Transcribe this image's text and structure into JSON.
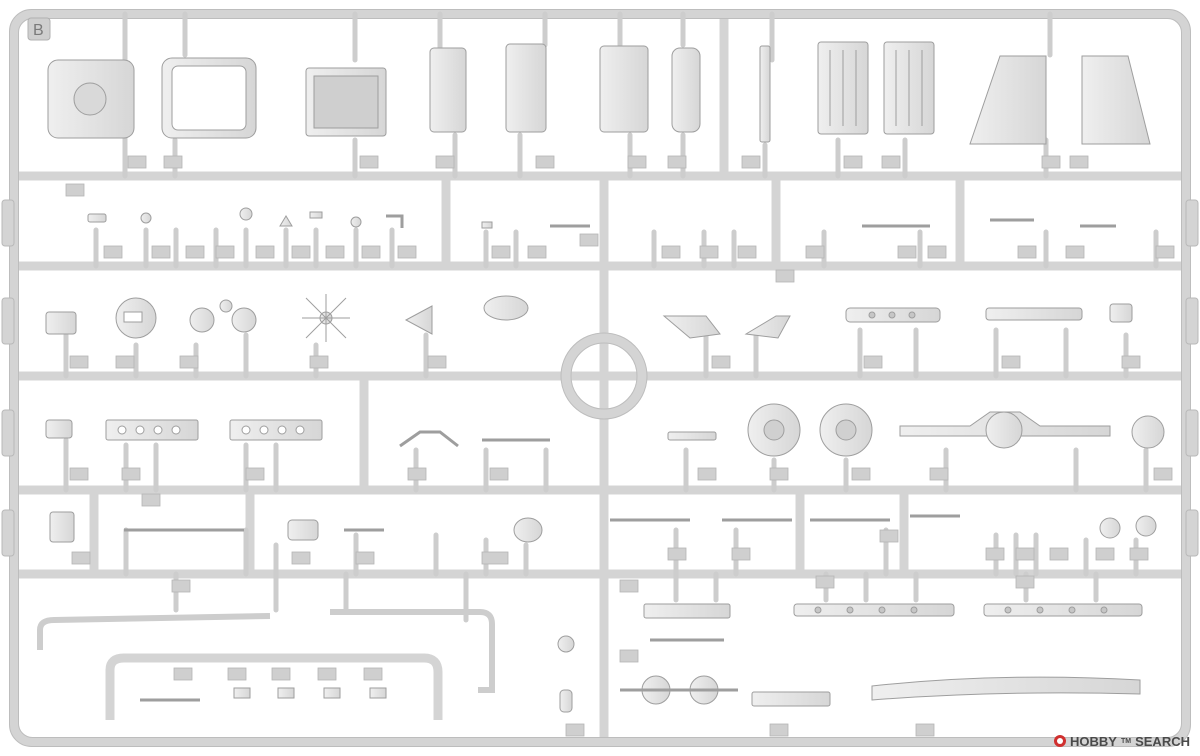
{
  "sprue": {
    "letter": "B",
    "frame_color": "#d8d8d8",
    "frame_edge": "#b9b9b9",
    "part_fill": "#e4e4e4",
    "part_edge": "#a8a8a8",
    "tag_fill": "#c9c9c9"
  },
  "watermark": {
    "brand": "HOBBY",
    "brand_tm": "TM",
    "site": "SEARCH",
    "logo_icon": "hobbysearch-logo-icon",
    "accent": "#d0302f"
  }
}
